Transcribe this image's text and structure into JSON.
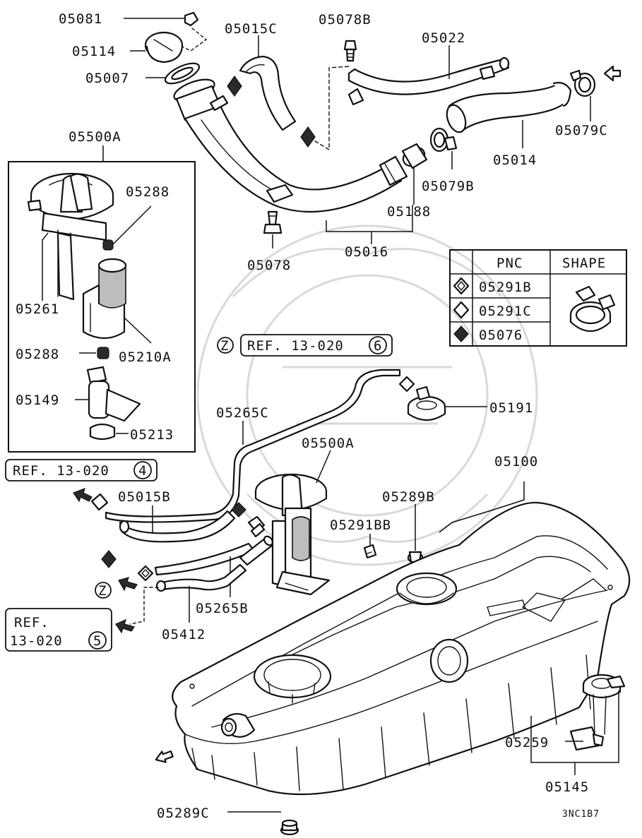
{
  "labels": {
    "p05081": "05081",
    "p05114": "05114",
    "p05007": "05007",
    "p05015c": "05015C",
    "p05078b": "05078B",
    "p05022": "05022",
    "p05079c": "05079C",
    "p05014": "05014",
    "p05079b": "05079B",
    "p05188": "05188",
    "p05016": "05016",
    "p05078": "05078",
    "p05500a_top": "05500A",
    "p05288_a": "05288",
    "p05261": "05261",
    "p05210a": "05210A",
    "p05288_b": "05288",
    "p05149": "05149",
    "p05213": "05213",
    "p05265c": "05265C",
    "p05500a": "05500A",
    "p05191": "05191",
    "p05100": "05100",
    "p05015b": "05015B",
    "p05289b": "05289B",
    "p05291bb": "05291BB",
    "p05265b": "05265B",
    "p05412": "05412",
    "p05259": "05259",
    "p05145": "05145",
    "p05289c": "05289C"
  },
  "refs": {
    "ref_top_text": "REF. 13-020",
    "ref_top_num": "6",
    "ref_left_text": "REF. 13-020",
    "ref_left_num": "4",
    "ref_bottom_line1": "REF.",
    "ref_bottom_line2": "13-020",
    "ref_bottom_num": "5",
    "z_marker": "Z"
  },
  "legend": {
    "header_pnc": "PNC",
    "header_shape": "SHAPE",
    "rows": [
      "05291B",
      "05291C",
      "05076"
    ]
  },
  "diagram_code": "3NC1B7"
}
